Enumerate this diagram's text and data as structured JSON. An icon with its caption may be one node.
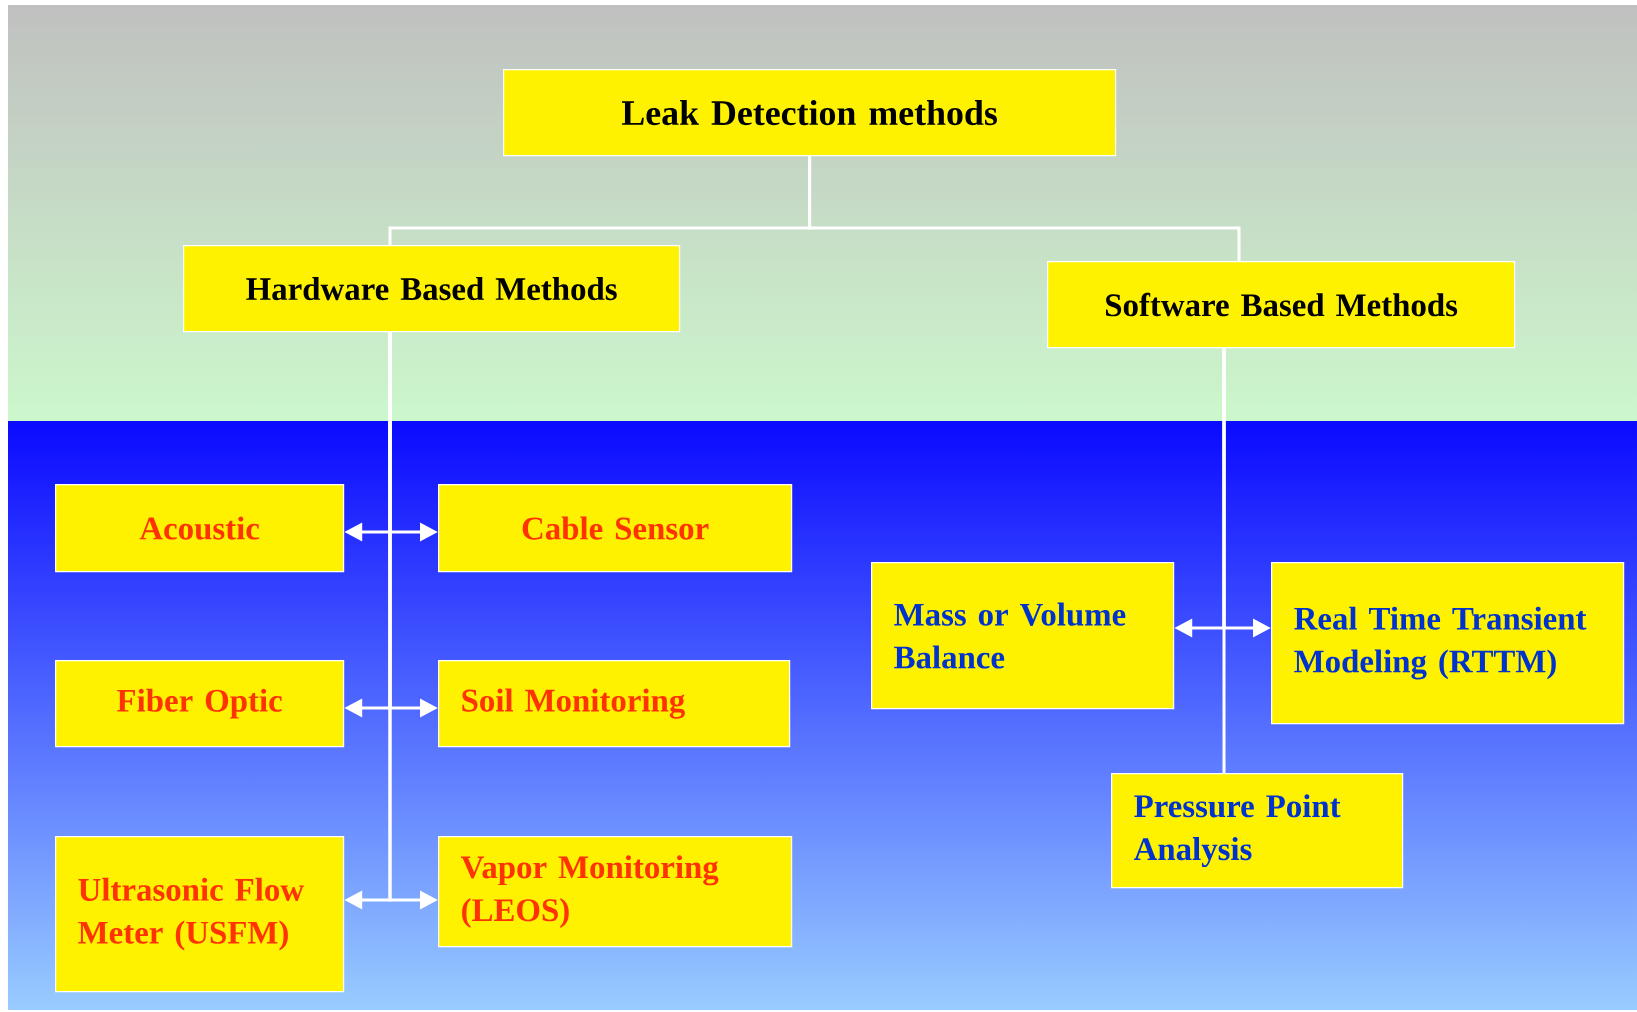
{
  "diagram": {
    "nodes": [
      {
        "text": [
          "Leak Detection methods"
        ]
      },
      {
        "text": [
          "Hardware Based Methods"
        ]
      },
      {
        "text": [
          "Software Based Methods"
        ]
      },
      {
        "text": [
          "Acoustic"
        ]
      },
      {
        "text": [
          "Cable Sensor"
        ]
      },
      {
        "text": [
          "Fiber Optic"
        ]
      },
      {
        "text": [
          "Soil Monitoring"
        ]
      },
      {
        "text": [
          "Ultrasonic Flow Meter (USFM)"
        ]
      },
      {
        "text": [
          "Vapor Monitoring (LEOS)"
        ]
      },
      {
        "text": [
          "Mass or Volume Balance"
        ]
      },
      {
        "text": [
          "Real Time Transient Modeling (RTTM)"
        ]
      },
      {
        "text": [
          "Pressure Point Analysis"
        ]
      }
    ],
    "edges": [
      {
        "from": 0,
        "to": 1,
        "arrow": "none"
      },
      {
        "from": 0,
        "to": 2,
        "arrow": "none"
      },
      {
        "from": 1,
        "to": 3,
        "arrow": "to"
      },
      {
        "from": 1,
        "to": 4,
        "arrow": "to"
      },
      {
        "from": 1,
        "to": 5,
        "arrow": "to"
      },
      {
        "from": 1,
        "to": 6,
        "arrow": "to"
      },
      {
        "from": 1,
        "to": 7,
        "arrow": "to"
      },
      {
        "from": 1,
        "to": 8,
        "arrow": "to"
      },
      {
        "from": 2,
        "to": 9,
        "arrow": "to"
      },
      {
        "from": 2,
        "to": 10,
        "arrow": "to"
      },
      {
        "from": 2,
        "to": 11,
        "arrow": "none"
      }
    ]
  }
}
